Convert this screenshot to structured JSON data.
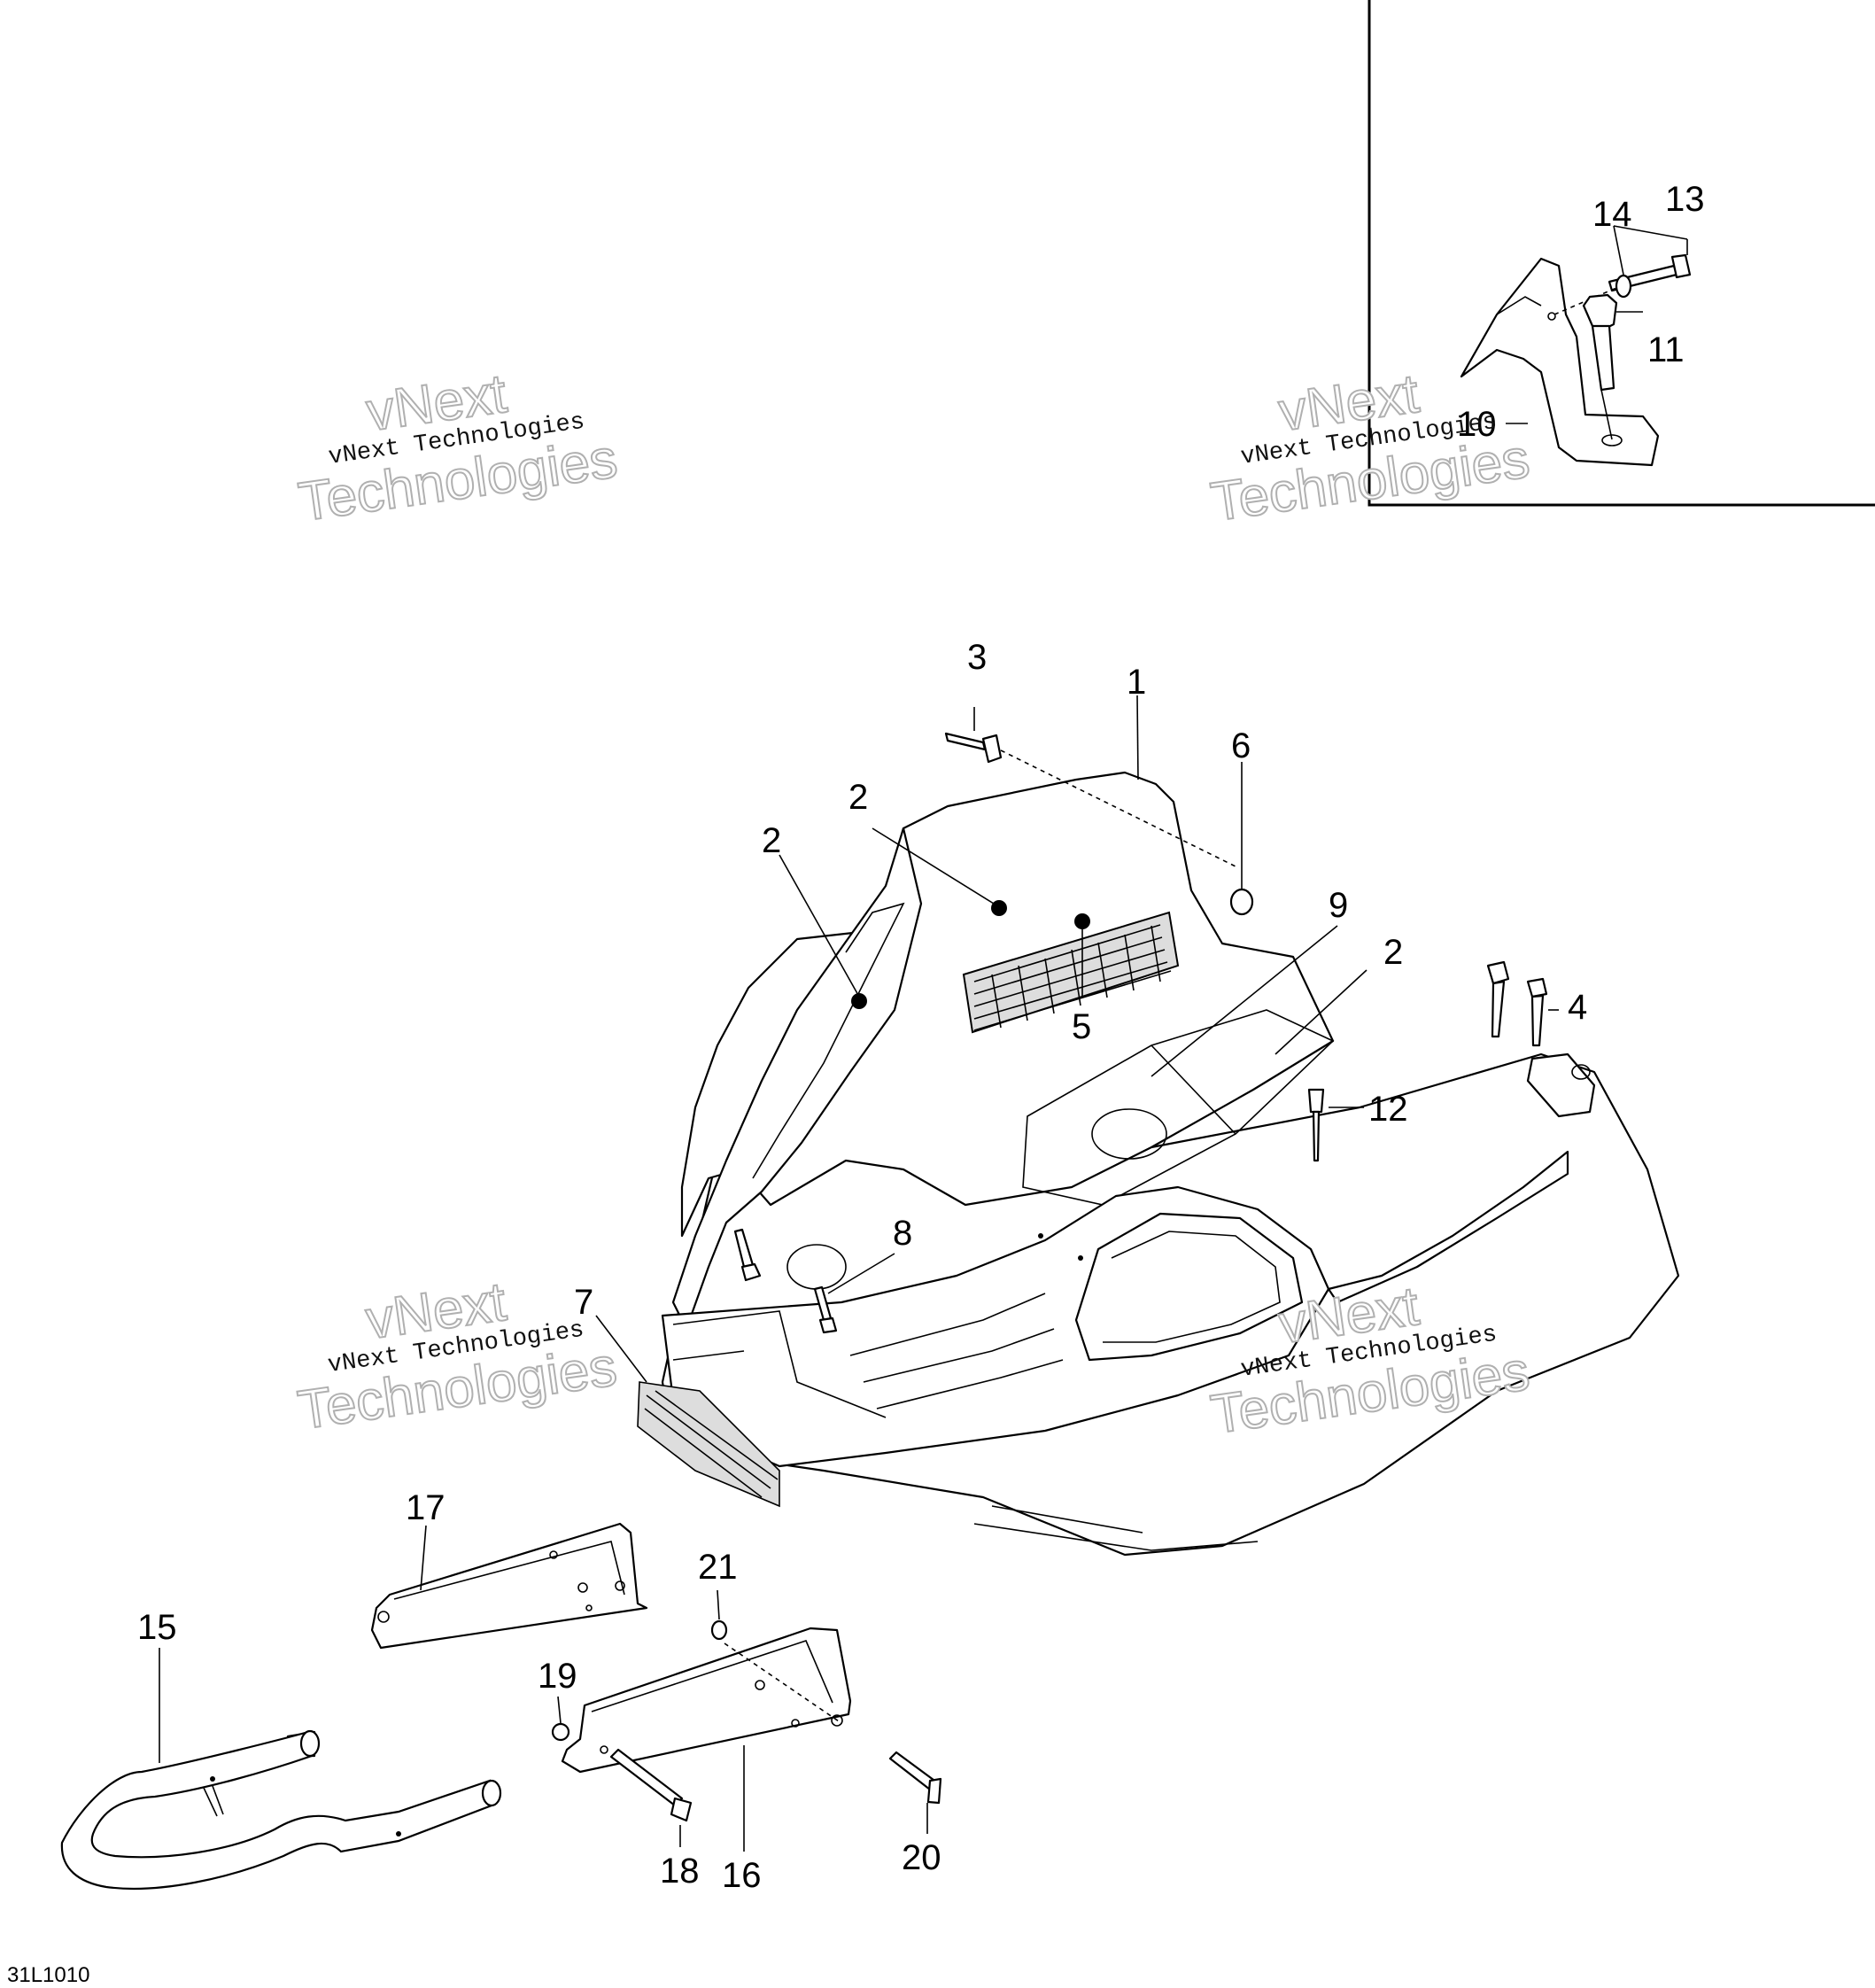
{
  "drawing_code": "31L1010",
  "watermark": {
    "line_small": "vNext Technologies",
    "line_big_1": "vNext",
    "line_big_2": "Technologies"
  },
  "callouts": {
    "c1": "1",
    "c2a": "2",
    "c2b": "2",
    "c2c": "2",
    "c3": "3",
    "c4": "4",
    "c5": "5",
    "c6": "6",
    "c7": "7",
    "c8": "8",
    "c9": "9",
    "c10": "10",
    "c11": "11",
    "c12": "12",
    "c13": "13",
    "c14": "14",
    "c15": "15",
    "c16": "16",
    "c17": "17",
    "c18": "18",
    "c19": "19",
    "c20": "20",
    "c21": "21"
  },
  "colors": {
    "line": "#000000",
    "background": "#ffffff",
    "watermark": "#b0b0b0"
  }
}
